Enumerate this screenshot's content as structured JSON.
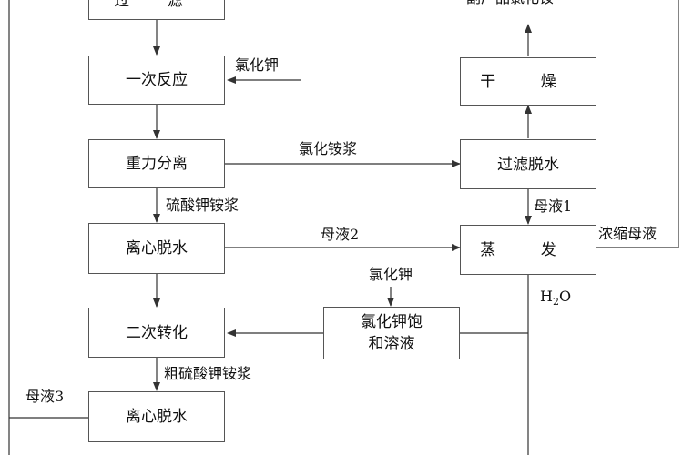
{
  "boxes": {
    "filter_top": "过 滤",
    "reaction1": "一次反应",
    "gravity_separation": "重力分离",
    "centrifuge1": "离心脱水",
    "conversion2": "二次转化",
    "centrifuge2": "离心脱水",
    "drying": "干 燥",
    "filter_dewater": "过滤脱水",
    "evaporation": "蒸 发",
    "kcl_solution_line1": "氯化钾饱",
    "kcl_solution_line2": "和溶液"
  },
  "labels": {
    "product_partial": "副产品氯化铵",
    "kcl_feed_1": "氯化钾",
    "ammonium_chloride_slurry": "氯化铵浆",
    "potassium_ammonium_sulfate_slurry": "硫酸钾铵浆",
    "mother_liquor_2": "母液2",
    "mother_liquor_1": "母液1",
    "concentrated_mother_liquor": "浓缩母液",
    "kcl_feed_2": "氯化钾",
    "h2o_main": "H",
    "h2o_sub": "2",
    "h2o_tail": "O",
    "crude_slurry": "粗硫酸钾铵浆",
    "mother_liquor_3": "母液3"
  },
  "colors": {
    "line": "#333333",
    "border": "#555555"
  }
}
